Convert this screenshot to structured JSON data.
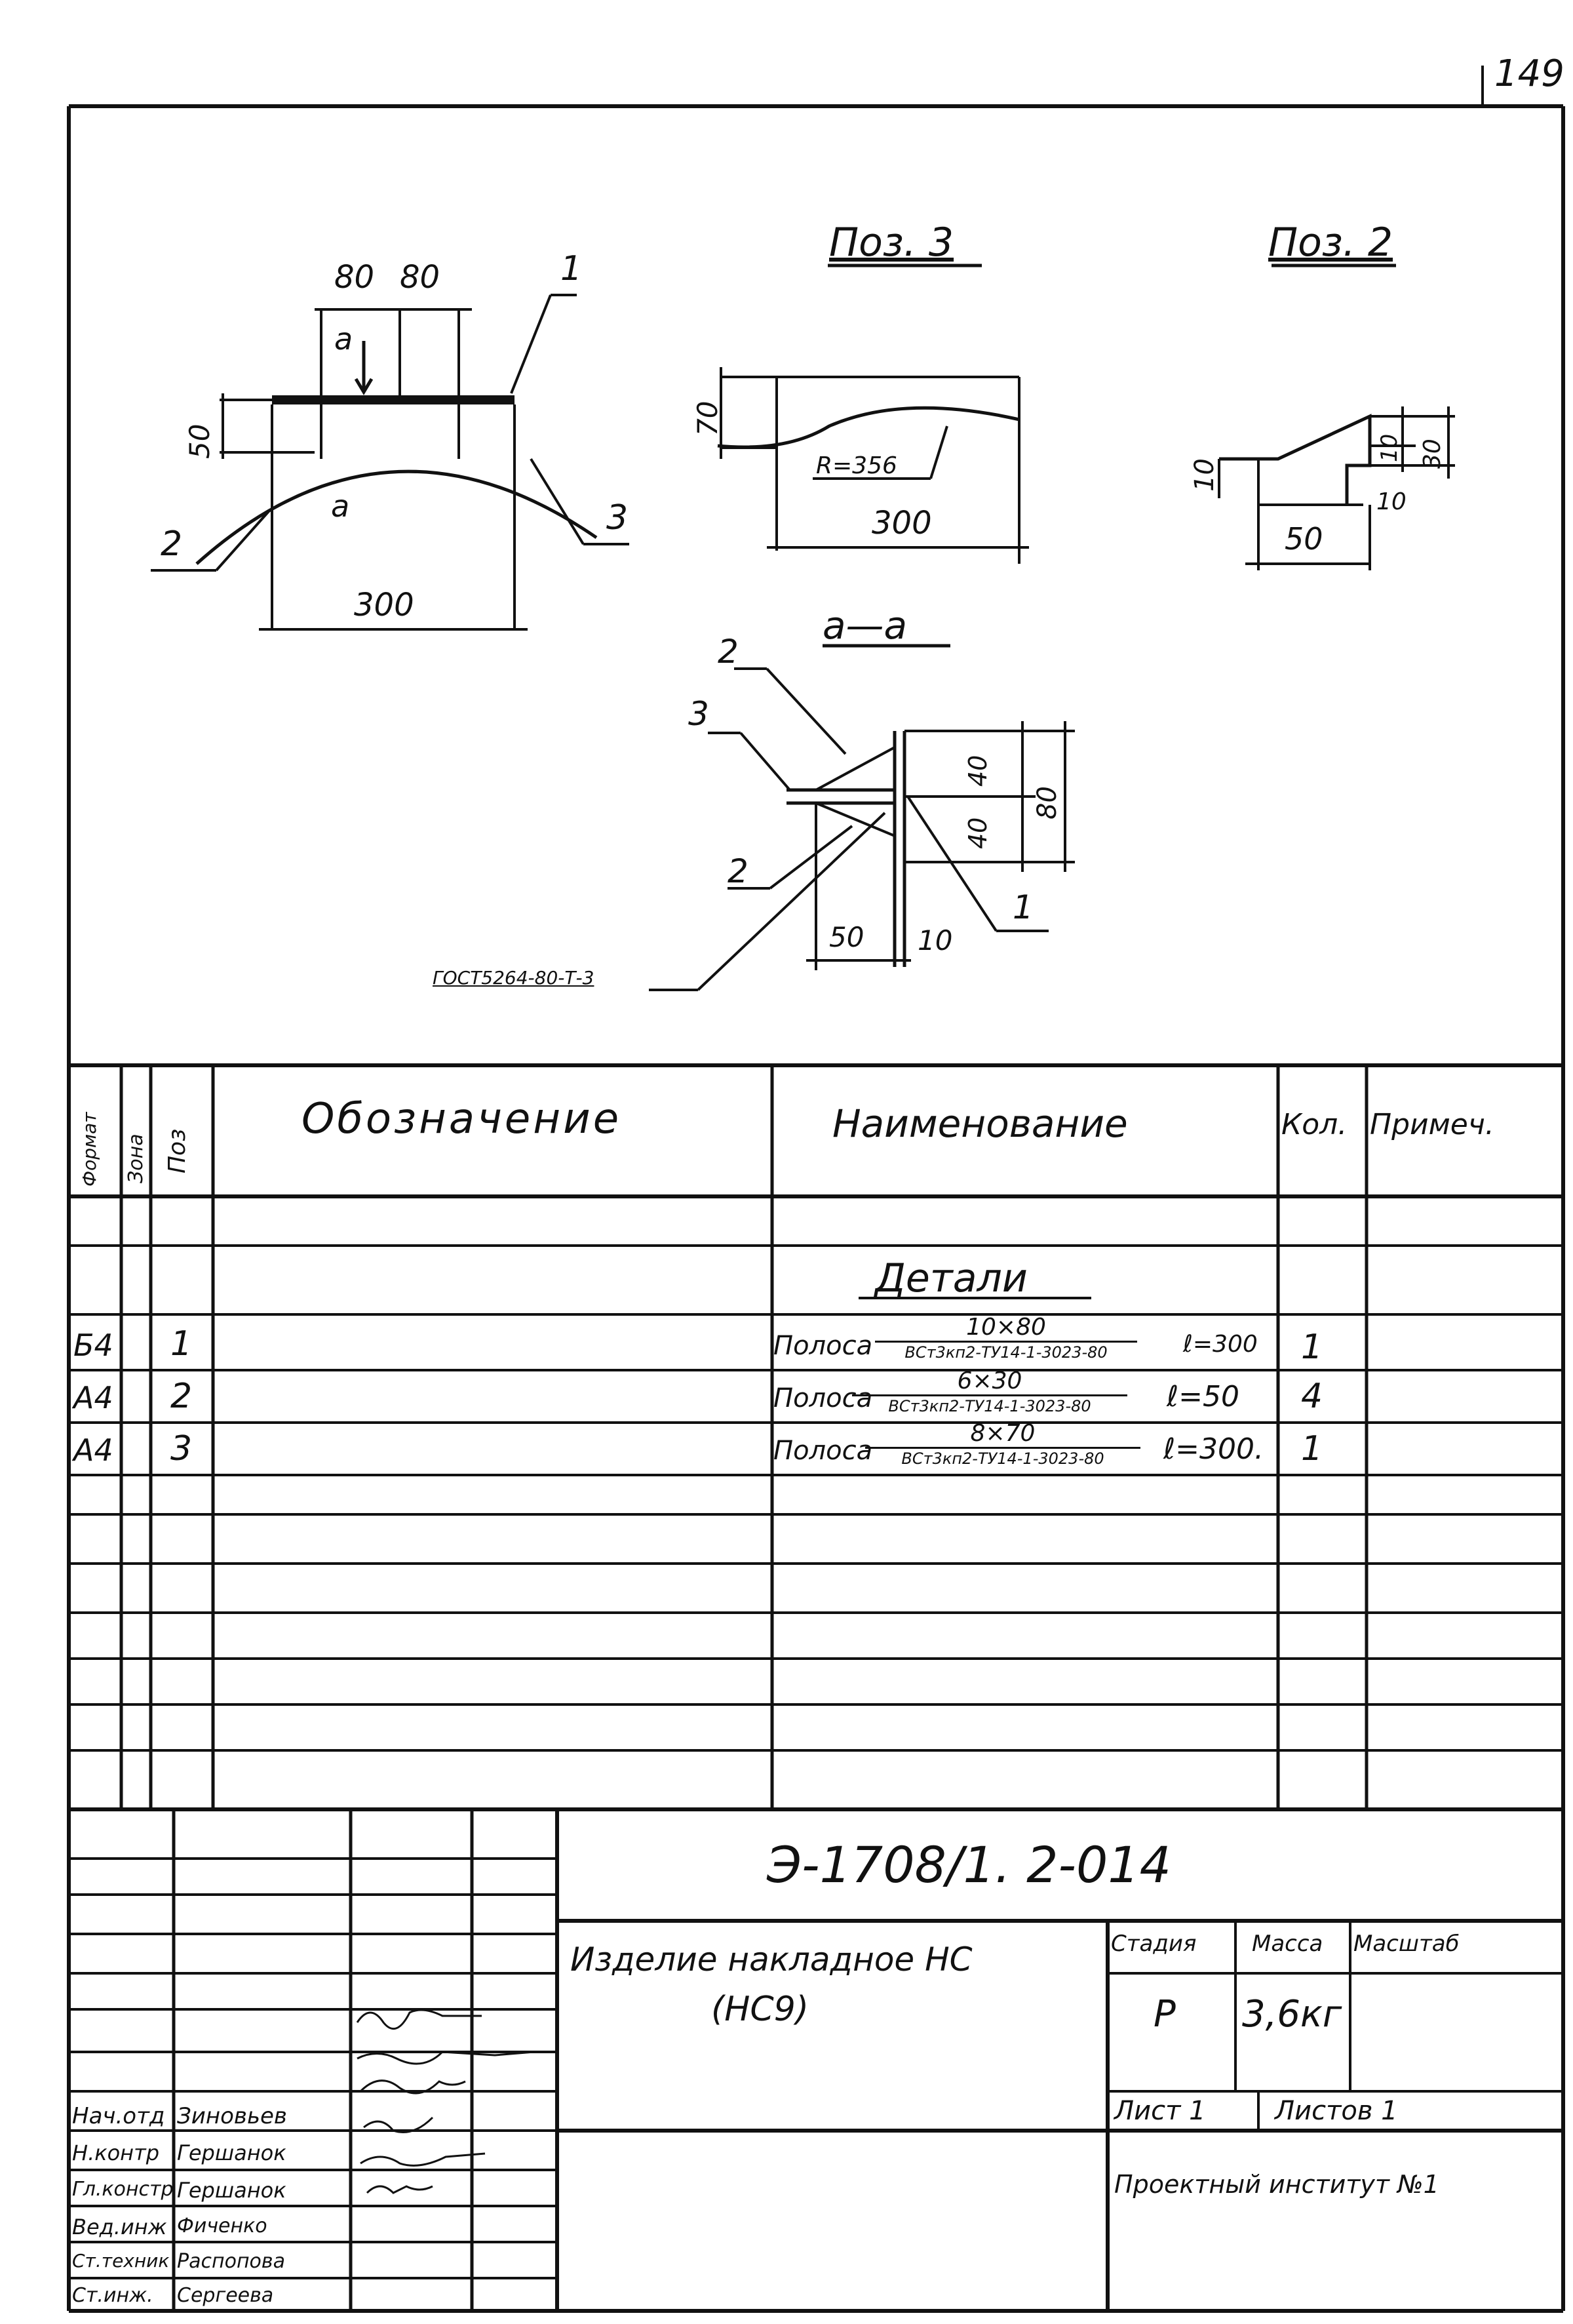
{
  "sheet_number": "149",
  "drawing": {
    "pos3_title": "Поз. 3",
    "pos2_title": "Поз. 2",
    "section_title": "а—а",
    "main_view": {
      "dim_top_1": "80",
      "dim_top_2": "80",
      "dim_left": "50",
      "dim_bottom": "300",
      "section_mark_top": "а",
      "section_mark_bottom": "а",
      "leader_1": "1",
      "leader_2": "2",
      "leader_3": "3"
    },
    "pos3_view": {
      "dim_height": "70",
      "radius": "R=356",
      "dim_width": "300"
    },
    "pos2_view": {
      "dim_left": "10",
      "dim_h1": "10",
      "dim_h2": "30",
      "dim_step": "10",
      "dim_width": "50"
    },
    "section_view": {
      "leader_2_top": "2",
      "leader_3": "3",
      "leader_2_bottom": "2",
      "leader_1": "1",
      "dim_40_top": "40",
      "dim_40_bottom": "40",
      "dim_80": "80",
      "dim_50": "50",
      "dim_10": "10",
      "weld_note": "ГОСТ5264-80-Т-3"
    }
  },
  "spec_table": {
    "headers": {
      "format": "Формат",
      "zone": "Зона",
      "pos": "Поз",
      "designation": "Обозначение",
      "name": "Наименование",
      "qty": "Кол.",
      "note": "Примеч."
    },
    "section_heading": "Детали",
    "rows": [
      {
        "format": "Б4",
        "pos": "1",
        "name_prefix": "Полоса",
        "name_num": "10×80",
        "name_den": "ВСт3кп2-ТУ14-1-3023-80",
        "length": "ℓ=300",
        "qty": "1"
      },
      {
        "format": "А4",
        "pos": "2",
        "name_prefix": "Полоса",
        "name_num": "6×30",
        "name_den": "ВСт3кп2-ТУ14-1-3023-80",
        "length": "ℓ=50",
        "qty": "4"
      },
      {
        "format": "А4",
        "pos": "3",
        "name_prefix": "Полоса",
        "name_num": "8×70",
        "name_den": "ВСт3кп2-ТУ14-1-3023-80",
        "length": "ℓ=300.",
        "qty": "1"
      }
    ]
  },
  "title_block": {
    "doc_code": "Э-1708/1. 2-014",
    "product_name_line1": "Изделие накладное НС",
    "product_name_line2": "(НС9)",
    "stage_label": "Стадия",
    "mass_label": "Масса",
    "scale_label": "Масштаб",
    "stage_value": "Р",
    "mass_value": "3,6кг",
    "sheet_label": "Лист 1",
    "sheets_label": "Листов 1",
    "organization": "Проектный институт №1",
    "signatures": [
      {
        "role": "Нач.отд",
        "name": "Зиновьев"
      },
      {
        "role": "Н.контр",
        "name": "Гершанок"
      },
      {
        "role": "Гл.констр",
        "name": "Гершанок"
      },
      {
        "role": "Вед.инж",
        "name": "Фиченко"
      },
      {
        "role": "Ст.техник",
        "name": "Распопова"
      },
      {
        "role": "Ст.инж.",
        "name": "Сергеева"
      }
    ]
  }
}
